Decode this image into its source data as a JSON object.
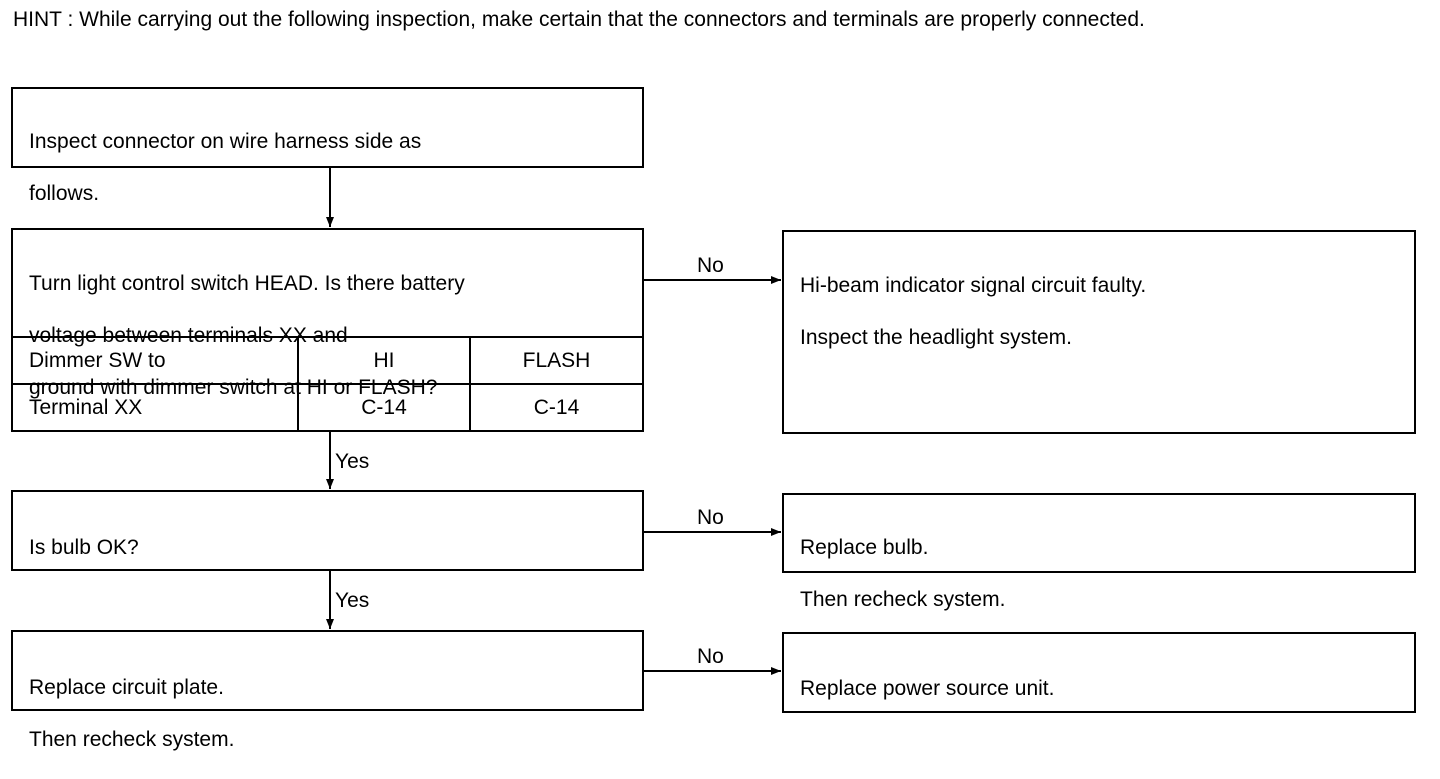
{
  "hint": "HINT : While carrying out the following inspection, make certain that the connectors and terminals are properly connected.",
  "steps": {
    "inspect_connector": {
      "lines": [
        "Inspect connector on wire harness side as",
        "follows."
      ]
    },
    "turn_switch": {
      "lines": [
        "Turn light control switch HEAD. Is there battery",
        "voltage between terminals XX and",
        "ground with dimmer switch at HI or FLASH?"
      ]
    },
    "bulb_ok": {
      "lines": [
        "Is bulb OK?"
      ]
    },
    "replace_circuit_plate": {
      "lines": [
        "Replace circuit plate.",
        "Then recheck system."
      ]
    }
  },
  "results": {
    "signal_faulty": {
      "lines": [
        "Hi-beam indicator signal circuit faulty.",
        "Inspect the headlight system."
      ]
    },
    "replace_bulb": {
      "lines": [
        "Replace bulb.",
        "Then recheck system."
      ]
    },
    "replace_power_source": {
      "lines": [
        "Replace power source unit."
      ]
    }
  },
  "terminal_table": {
    "header_label": "Dimmer SW to",
    "row_label": "Terminal XX",
    "columns": [
      "HI",
      "FLASH"
    ],
    "values": [
      "C-14",
      "C-14"
    ]
  },
  "flow_labels": {
    "no": "No",
    "yes": "Yes"
  }
}
